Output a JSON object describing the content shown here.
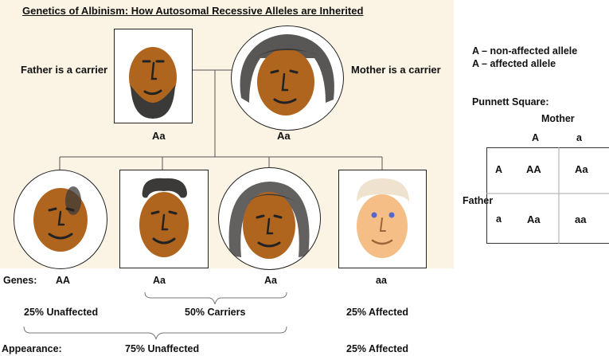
{
  "title": "Genetics of Albinism: How Autosomal Recessive Alleles are Inherited",
  "parents": {
    "father_label": "Father is a carrier",
    "mother_label": "Mother is a carrier",
    "father_genotype": "Aa",
    "mother_genotype": "Aa"
  },
  "children_genotypes": [
    "AA",
    "Aa",
    "Aa",
    "aa"
  ],
  "legend": {
    "line1": "A – non-affected allele",
    "line2": "A – affected allele"
  },
  "punnett": {
    "heading": "Punnett Square:",
    "top_label": "Mother",
    "side_label": "Father",
    "col_headers": [
      "A",
      "a"
    ],
    "row_headers": [
      "A",
      "a"
    ],
    "cells": [
      [
        "AA",
        "Aa"
      ],
      [
        "Aa",
        "aa"
      ]
    ]
  },
  "summary": {
    "genes_label": "Genes:",
    "appearance_label": "Appearance:",
    "unaffected": "25% Unaffected",
    "carriers": "50% Carriers",
    "affected": "25% Affected",
    "appearance_unaffected": "75% Unaffected",
    "appearance_affected": "25% Affected"
  },
  "colors": {
    "panel": "#fbf3e3",
    "skin_dark": "#b0651f",
    "skin_light": "#f4be86",
    "hair_dark": "#3c3a38",
    "hair_light": "#efe3cf",
    "eyes_blue": "#5566cc"
  }
}
